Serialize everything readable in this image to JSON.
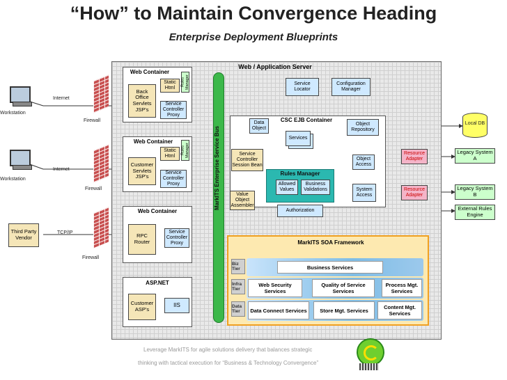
{
  "title": "“How” to Maintain Convergence Heading",
  "subtitle": "Enterprise Deployment Blueprints",
  "left": {
    "workstation1": "Workstation",
    "workstation2": "Workstation",
    "internet1": "Internet",
    "internet2": "Internet",
    "firewall1": "Firewall",
    "firewall2": "Firewall",
    "firewall3": "Firewall",
    "third_party": "Third Party Vendor",
    "tcpip": "TCP/IP"
  },
  "server": {
    "title": "Web / Application Server",
    "bus_label": "MarkITS Enterprise Service Bus",
    "wc1": {
      "title": "Web Container",
      "static": "Static Html",
      "rules": "Rules Manager",
      "main": "Back Office Servlets JSP's",
      "proxy": "Service Controller Proxy"
    },
    "wc2": {
      "title": "Web Container",
      "static": "Static Html",
      "rules": "Rules Manager",
      "main": "Customer Servlets JSP's",
      "proxy": "Service Controller Proxy"
    },
    "wc3": {
      "title": "Web Container",
      "main": "RPC Router",
      "proxy": "Service Controller Proxy"
    },
    "asp": {
      "title": "ASP.NET",
      "main": "Customer ASP's",
      "iis": "IIS"
    },
    "service_locator": "Service Locator",
    "config_manager": "Configuration Manager",
    "ejb": {
      "title": "CSC EJB Container",
      "data_object": "Data Object",
      "services": "Services",
      "object_repository": "Object Repository",
      "service_controller": "Service Controller Session Bean",
      "object_access": "Object Access",
      "rules_manager": "Rules Manager",
      "allowed_values": "Allowed Values",
      "business_validations": "Business Validations",
      "authorization": "Authorization",
      "value_object_assembler": "Value Object Assembler",
      "system_access": "System Access"
    },
    "soa": {
      "title": "MarkITS SOA Framework",
      "biz_tier": "Biz Tier",
      "infra_tier": "Infra Tier",
      "data_tier": "Data Tier",
      "business_services": "Business Services",
      "web_security": "Web Security Services",
      "qos": "Quality of Service Services",
      "process_mgt": "Process Mgt. Services",
      "data_connect": "Data Connect Services",
      "store_mgt": "Store Mgt. Services",
      "content_mgt": "Content Mgt. Services"
    }
  },
  "right": {
    "resource_adapter1": "Resource Adapter",
    "resource_adapter2": "Resource Adapter",
    "local_db": "Local DB",
    "legacy_a": "Legacy System A",
    "legacy_b": "Legacy System B",
    "ext_rules": "External Rules Engine"
  },
  "footer": {
    "line1": "Leverage MarkITS for agile solutions delivery that balances strategic",
    "line2": "thinking with tactical execution for “Business & Technology Convergence”"
  },
  "colors": {
    "bus": "#3cb84a",
    "soa_border": "#f0a020",
    "soa_bg": "#fde9b0",
    "rules_bg": "#2bb8b0",
    "pink": "#f4b4c8",
    "tan": "#f5e6b8",
    "lblue": "#cfe9ff",
    "lgreen": "#ccffcc"
  }
}
